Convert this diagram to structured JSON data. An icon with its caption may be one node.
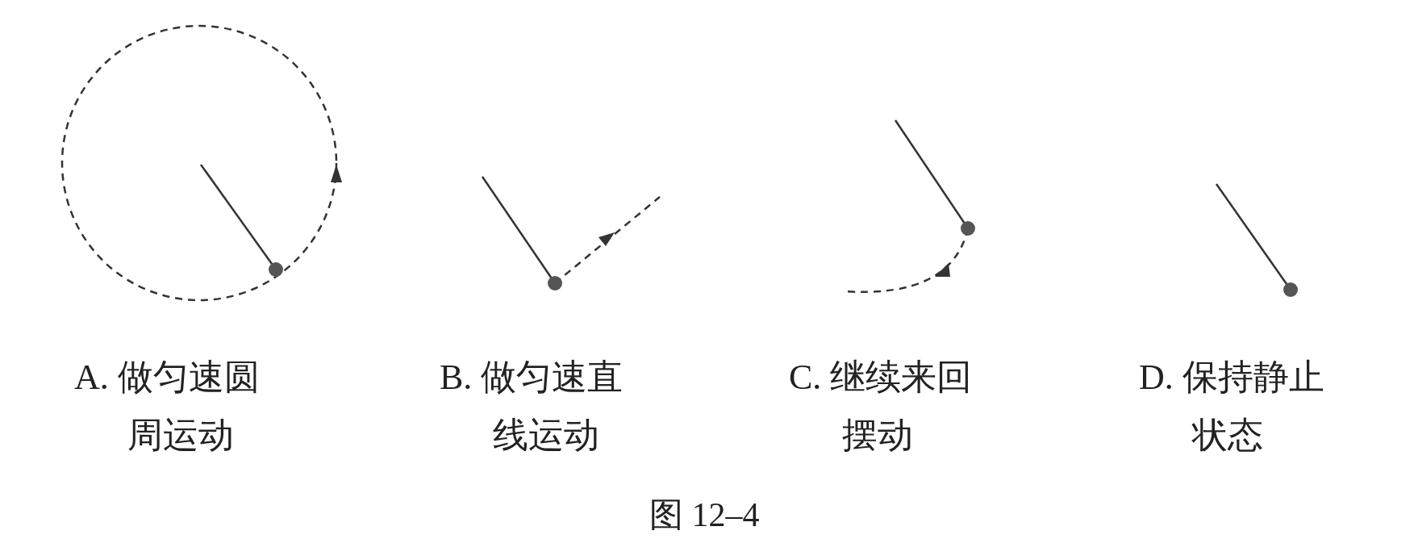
{
  "diagram": {
    "caption": "图 12–4",
    "labels": [
      "A. 做匀速圆周运动",
      "B. 做匀速直线运动",
      "C. 继续来回摆动",
      "D. 保持静止状态"
    ]
  }
}
